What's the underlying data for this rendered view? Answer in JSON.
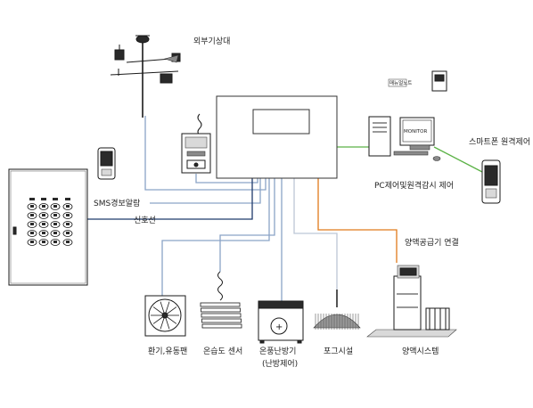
{
  "colors": {
    "line_blue": "#8aa3c6",
    "line_navy": "#1f3a6b",
    "line_green": "#5bb246",
    "line_orange": "#e07a1a",
    "line_light": "#bcc6d6"
  },
  "labels": {
    "weather_station": "외부기상대",
    "sms_alarm": "SMS경보알람",
    "signal_line": "신호선",
    "pc_control": "PC제어및원격감시 제어",
    "smartphone_control": "스마트폰 원격제어",
    "nutrient_supply": "양액공급기 연결",
    "monitor_text": "MONITOR",
    "manual_label": "매뉴얼노트",
    "fan": "환기,유동팬",
    "temp_humidity_sensor": "온습도 센서",
    "heater_line1": "온풍난방기",
    "heater_line2": "(난방제어)",
    "fog_system": "포그시설",
    "nutrient_system": "양액시스템"
  },
  "icons": [
    "weather-station-icon",
    "sms-phone-icon",
    "control-panel-icon",
    "controller-unit-icon",
    "pc-computer-icon",
    "smartphone-icon",
    "fan-icon",
    "sensor-icon",
    "heater-icon",
    "fog-nozzle-icon",
    "nutrient-machine-icon",
    "manual-book-icon"
  ]
}
